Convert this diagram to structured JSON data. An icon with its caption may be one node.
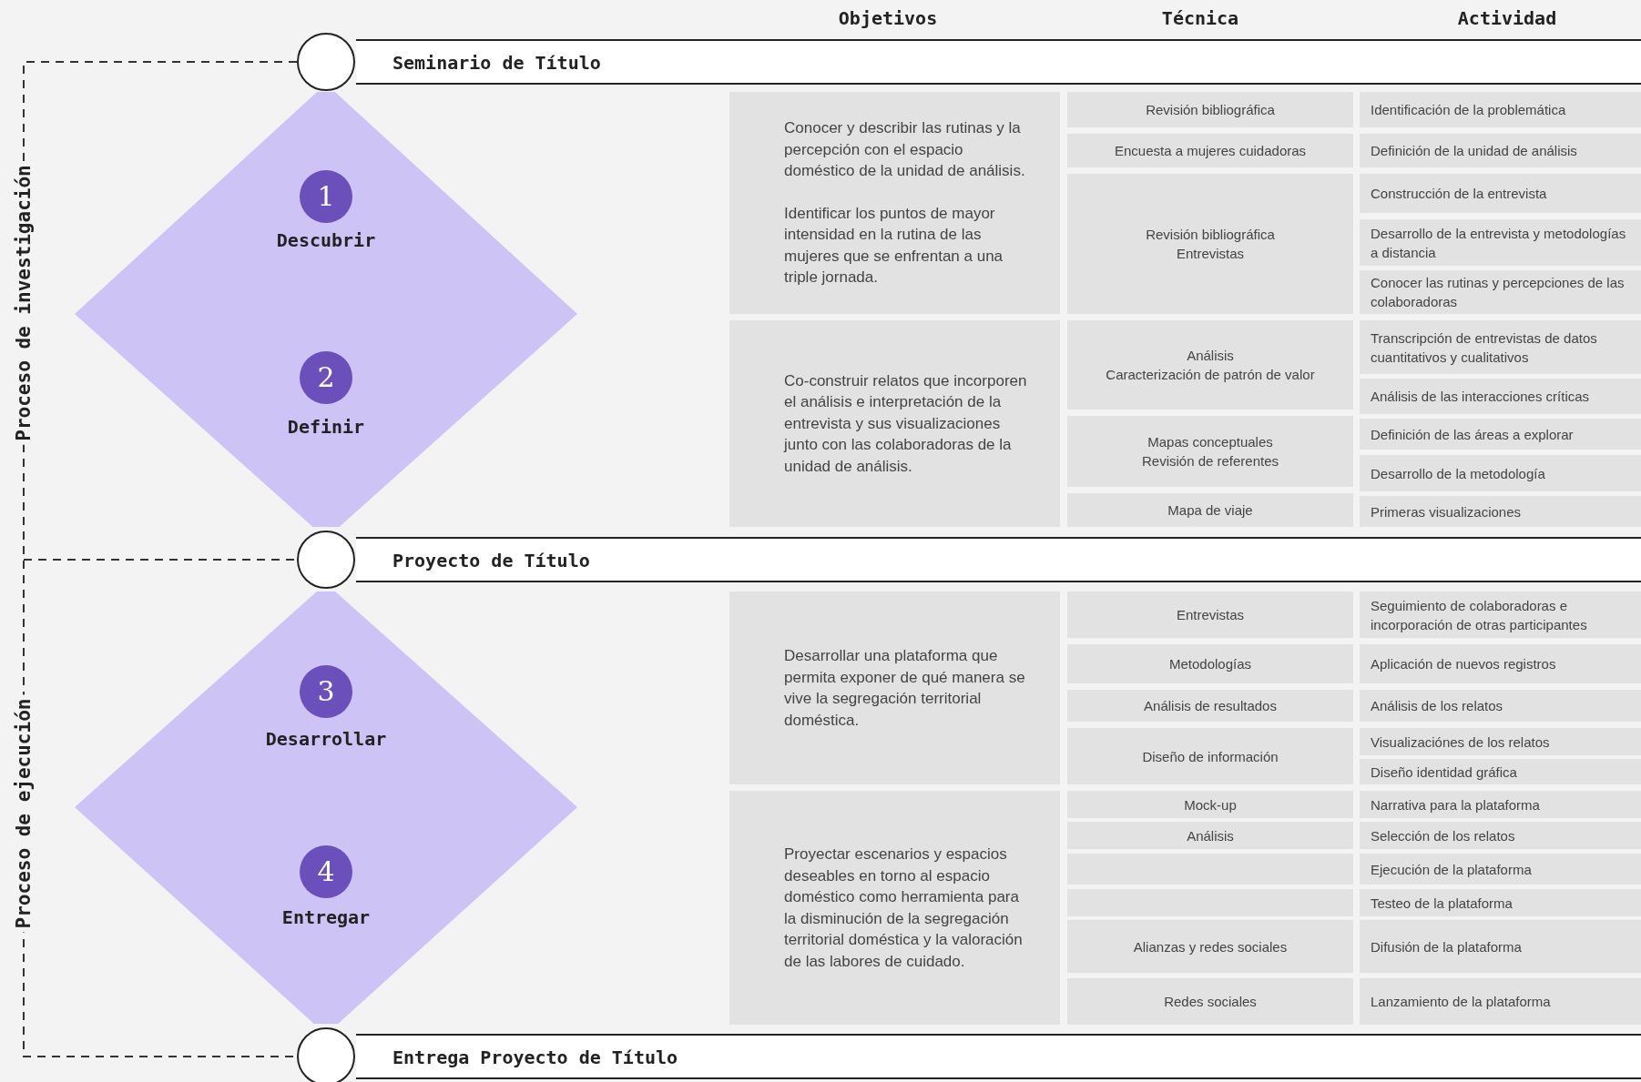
{
  "diagram": {
    "nodes": [
      {
        "text": [
          "Seminario de Título"
        ]
      },
      {
        "text": [
          "1",
          "Descubrir"
        ]
      },
      {
        "text": [
          "2",
          "Definir"
        ]
      },
      {
        "text": [
          "Proyecto de Título"
        ]
      },
      {
        "text": [
          "3",
          "Desarrollar"
        ]
      },
      {
        "text": [
          "4",
          "Entregar"
        ]
      },
      {
        "text": [
          "Entrega Proyecto de Título"
        ]
      }
    ],
    "labels": [
      "Objetivos",
      "Técnica",
      "Actividad",
      "Proceso de investigación",
      "Proceso de ejecución",
      "Conocer y describir las rutinas y la percepción con el espacio doméstico de la unidad de análisis.",
      "Identificar los puntos de mayor intensidad en la rutina de las mujeres que se enfrentan a una triple jornada.",
      "Revisión bibliográfica",
      "Identificación de la problemática",
      "Encuesta a mujeres cuidadoras",
      "Definición de la unidad de análisis",
      "Revisión bibliográfica",
      "Entrevistas",
      "Construcción de la entrevista",
      "Desarrollo de la entrevista y metodologías a distancia",
      "Conocer las rutinas y percepciones de las colaboradoras",
      "Co-construir relatos que incorporen el análisis e interpretación de la entrevista y sus visualizaciones junto con las colaboradoras de la unidad de análisis.",
      "Análisis",
      "Caracterización de patrón de valor",
      "Transcripción de entrevistas de datos cuantitativos y cualitativos",
      "Análisis de las interacciones críticas",
      "Mapas conceptuales",
      "Revisión de referentes",
      "Definición de las áreas a explorar",
      "Desarrollo de la metodología",
      "Mapa de viaje",
      "Primeras visualizaciones",
      "Desarrollar una plataforma que permita exponer de qué manera se vive la segregación territorial doméstica.",
      "Entrevistas",
      "Seguimiento de colaboradoras e incorporación de otras participantes",
      "Metodologías",
      "Aplicación de nuevos registros",
      "Análisis de resultados",
      "Análisis de los relatos",
      "Diseño de información",
      "Visualizaciónes de los relatos",
      "Diseño identidad gráfica",
      "Proyectar escenarios y espacios deseables en torno al espacio doméstico como herramienta para la disminución de la segregación territorial doméstica y la valoración de las labores de cuidado.",
      "Mock-up",
      "Narrativa para la plataforma",
      "Análisis",
      "Selección de los relatos",
      "Ejecución de la plataforma",
      "Testeo de la plataforma",
      "Alianzas y redes sociales",
      "Difusión de la plataforma",
      "Redes sociales",
      "Lanzamiento de la plataforma"
    ]
  }
}
